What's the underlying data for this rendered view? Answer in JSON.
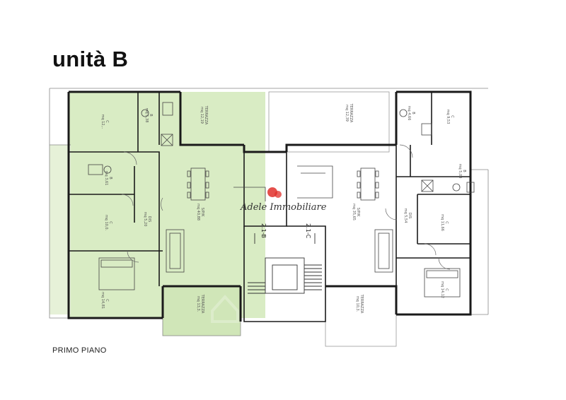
{
  "header": {
    "title": "unità B"
  },
  "caption": "PRIMO PIANO",
  "watermark": {
    "brand": "Adele Immobiliare",
    "accent": "#e0302b"
  },
  "colors": {
    "unit_highlight": "#d9ecc4",
    "terrace_highlight": "#d0e6b8",
    "wall": "#1a1a1a",
    "thin_line": "#777777"
  },
  "rooms": [
    {
      "id": "b-camera-1",
      "name": "C",
      "area": "mq 12,.."
    },
    {
      "id": "b-bagno-1",
      "name": "B",
      "area": "mq 5,38"
    },
    {
      "id": "b-terrazza-n",
      "name": "TERRAZZA",
      "area": "mq 12,19"
    },
    {
      "id": "b-bagno-2",
      "name": "B",
      "area": "mq 3,61"
    },
    {
      "id": "b-dis",
      "name": "DIS",
      "area": "mq 5,20"
    },
    {
      "id": "b-camera-2",
      "name": "C",
      "area": "mq 10,0."
    },
    {
      "id": "b-camera-3",
      "name": "C",
      "area": "mq 14,81"
    },
    {
      "id": "b-soggiorno",
      "name": "S/P/K",
      "area": "mq 40,88"
    },
    {
      "id": "b-terrazza-s",
      "name": "TERRAZZA",
      "area": "mq 13,3."
    },
    {
      "id": "c-terrazza-n",
      "name": "TERRAZZA",
      "area": "mq 12,39"
    },
    {
      "id": "c-soggiorno",
      "name": "S/P/K",
      "area": "mq 35,65"
    },
    {
      "id": "c-bagno-1",
      "name": "B",
      "area": "mq 4,66"
    },
    {
      "id": "c-camera-1",
      "name": "C",
      "area": "mq 9,53"
    },
    {
      "id": "c-bagno-2",
      "name": "B",
      "area": "mq 5,04"
    },
    {
      "id": "c-dis",
      "name": "DIS",
      "area": "mq 5,54"
    },
    {
      "id": "c-camera-2",
      "name": "C",
      "area": "mq 11,66"
    },
    {
      "id": "c-camera-3",
      "name": "C",
      "area": "mq 14,12"
    },
    {
      "id": "c-terrazza-s",
      "name": "TERRAZZA",
      "area": "mq 10,3."
    }
  ],
  "unit_codes": {
    "b": "2.1-B",
    "c": "2.1-C"
  }
}
